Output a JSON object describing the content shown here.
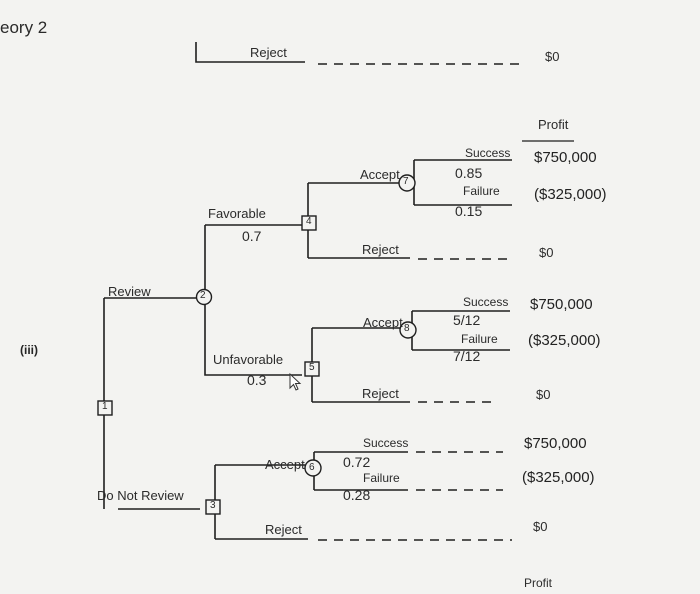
{
  "header": {
    "title": "eory 2"
  },
  "part_label": "(iii)",
  "profit_header_top": "Profit",
  "profit_header_bottom": "Profit",
  "cursor_icon": "mouse-pointer-icon",
  "colors": {
    "background": "#f3f3f1",
    "line": "#1f1f1f"
  },
  "nodes": {
    "n1": "1",
    "n2": "2",
    "n3": "3",
    "n4": "4",
    "n5": "5",
    "n6": "6",
    "n7": "7",
    "n8": "8"
  },
  "top_reject": {
    "label": "Reject",
    "payoff": "$0"
  },
  "review": {
    "label": "Review",
    "favorable": {
      "label": "Favorable",
      "prob": "0.7",
      "accept_label": "Accept",
      "success": {
        "label": "Success",
        "prob": "0.85",
        "payoff": "$750,000"
      },
      "failure": {
        "label": "Failure",
        "prob": "0.15",
        "payoff": "($325,000)"
      },
      "reject": {
        "label": "Reject",
        "payoff": "$0"
      }
    },
    "unfavorable": {
      "label": "Unfavorable",
      "prob": "0.3",
      "accept_label": "Accept",
      "success": {
        "label": "Success",
        "prob": "5/12",
        "payoff": "$750,000"
      },
      "failure": {
        "label": "Failure",
        "prob": "7/12",
        "payoff": "($325,000)"
      },
      "reject": {
        "label": "Reject",
        "payoff": "$0"
      }
    }
  },
  "do_not_review": {
    "label": "Do Not Review",
    "accept_label": "Accept",
    "success": {
      "label": "Success",
      "prob": "0.72",
      "payoff": "$750,000"
    },
    "failure": {
      "label": "Failure",
      "prob": "0.28",
      "payoff": "($325,000)"
    },
    "reject": {
      "label": "Reject",
      "payoff": "$0"
    }
  }
}
